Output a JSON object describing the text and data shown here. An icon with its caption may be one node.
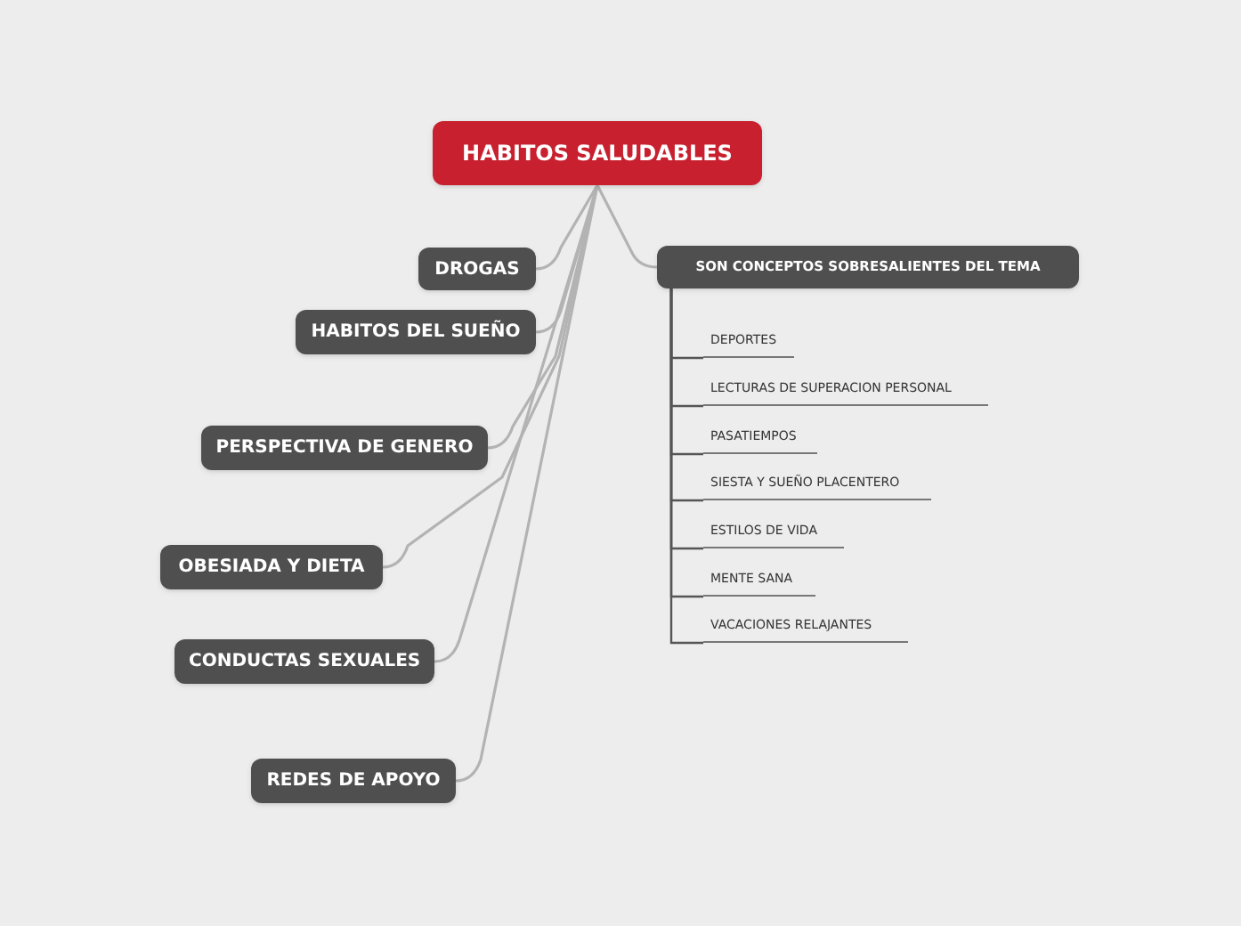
{
  "diagram": {
    "nodes": [
      {
        "text": [
          "HABITOS SALUDABLES"
        ]
      },
      {
        "text": [
          "DROGAS"
        ]
      },
      {
        "text": [
          "HABITOS DEL SUEÑO"
        ]
      },
      {
        "text": [
          "PERSPECTIVA DE GENERO"
        ]
      },
      {
        "text": [
          "OBESIADA Y DIETA"
        ]
      },
      {
        "text": [
          "CONDUCTAS SEXUALES"
        ]
      },
      {
        "text": [
          "REDES DE APOYO"
        ]
      },
      {
        "text": [
          "SON CONCEPTOS SOBRESALIENTES DEL TEMA"
        ]
      },
      {
        "text": [
          "DEPORTES"
        ]
      },
      {
        "text": [
          "LECTURAS DE SUPERACION PERSONAL"
        ]
      },
      {
        "text": [
          "PASATIEMPOS"
        ]
      },
      {
        "text": [
          "SIESTA Y SUEÑO PLACENTERO"
        ]
      },
      {
        "text": [
          "ESTILOS DE VIDA"
        ]
      },
      {
        "text": [
          "MENTE SANA"
        ]
      },
      {
        "text": [
          "VACACIONES RELAJANTES"
        ]
      }
    ],
    "edges": [
      {
        "from": 0,
        "to": 1,
        "arrow": "none"
      },
      {
        "from": 0,
        "to": 2,
        "arrow": "none"
      },
      {
        "from": 0,
        "to": 3,
        "arrow": "none"
      },
      {
        "from": 0,
        "to": 4,
        "arrow": "none"
      },
      {
        "from": 0,
        "to": 5,
        "arrow": "none"
      },
      {
        "from": 0,
        "to": 6,
        "arrow": "none"
      },
      {
        "from": 0,
        "to": 7,
        "arrow": "none"
      },
      {
        "from": 7,
        "to": 8,
        "arrow": "none",
        "color": "#555555"
      },
      {
        "from": 7,
        "to": 9,
        "arrow": "none",
        "color": "#555555"
      },
      {
        "from": 7,
        "to": 10,
        "arrow": "none",
        "color": "#555555"
      },
      {
        "from": 7,
        "to": 11,
        "arrow": "none",
        "color": "#555555"
      },
      {
        "from": 7,
        "to": 12,
        "arrow": "none",
        "color": "#555555"
      },
      {
        "from": 7,
        "to": 13,
        "arrow": "none",
        "color": "#555555"
      },
      {
        "from": 7,
        "to": 14,
        "arrow": "none",
        "color": "#555555"
      }
    ]
  }
}
